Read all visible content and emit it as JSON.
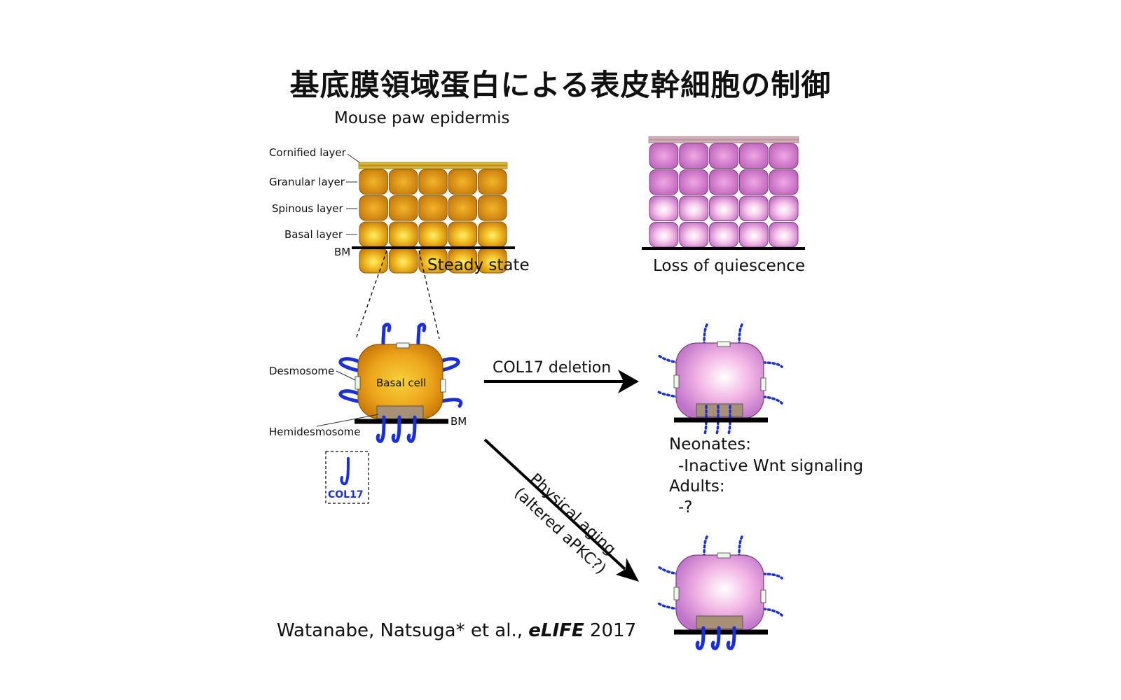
{
  "title": "基底膜領域蛋白による表皮幹細胞の制御",
  "header": "Mouse paw epidermis",
  "layers": {
    "cornified": "Cornified layer",
    "granular": "Granular layer",
    "spinous": "Spinous layer",
    "basal": "Basal layer",
    "bm": "BM"
  },
  "states": {
    "steady": "Steady state",
    "loss": "Loss of quiescence"
  },
  "cell": {
    "desmosome": "Desmosome",
    "hemidesmosome": "Hemidesmosome",
    "basal_cell": "Basal cell",
    "bm": "BM",
    "col17_legend": "COL17"
  },
  "arrows": {
    "deletion": "COL17 deletion",
    "aging_line1": "Physical aging",
    "aging_line2": "(altered aPKC?)"
  },
  "outcome": {
    "line1": "Neonates:",
    "line2": "-Inactive Wnt signaling",
    "line3": "Adults:",
    "line4": "-?"
  },
  "citation": {
    "authors": "Watanabe, Natsuga* et al., ",
    "journal": "eLIFE",
    "year": " 2017"
  },
  "colors": {
    "orange_cell": "#e8a21a",
    "pink_cell": "#d98ad6",
    "col17_blue": "#1a2fd6",
    "bm_black": "#000000"
  }
}
